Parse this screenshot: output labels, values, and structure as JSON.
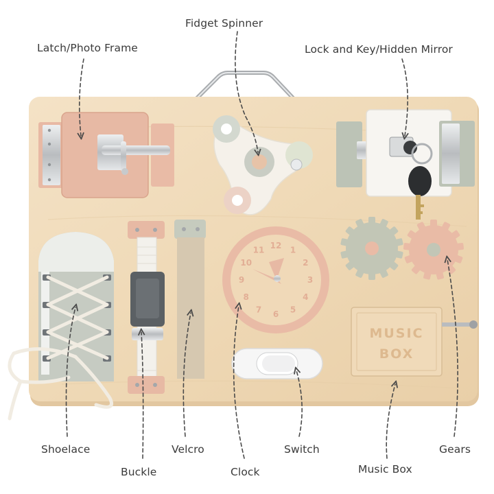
{
  "labels": {
    "latch": "Latch/Photo Frame",
    "spinner": "Fidget Spinner",
    "lock": "Lock and Key/Hidden Mirror",
    "shoelace": "Shoelace",
    "buckle": "Buckle",
    "velcro": "Velcro",
    "clock": "Clock",
    "switch": "Switch",
    "music_box": "Music Box",
    "gears": "Gears"
  },
  "music_box_print": [
    "MUSIC",
    "BOX"
  ],
  "clock_numbers": [
    "12",
    "1",
    "2",
    "3",
    "4",
    "5",
    "6",
    "7",
    "8",
    "9",
    "10",
    "11"
  ],
  "colors": {
    "board": "#f1dcbc",
    "board_edge": "#e2c8a0",
    "pink": "#e7b9a4",
    "sage": "#c2c8b8",
    "white_part": "#f6f4ef",
    "metal": "#c9cbcd",
    "label_text": "#3a3a3a",
    "arrow": "#4a4a4a"
  }
}
